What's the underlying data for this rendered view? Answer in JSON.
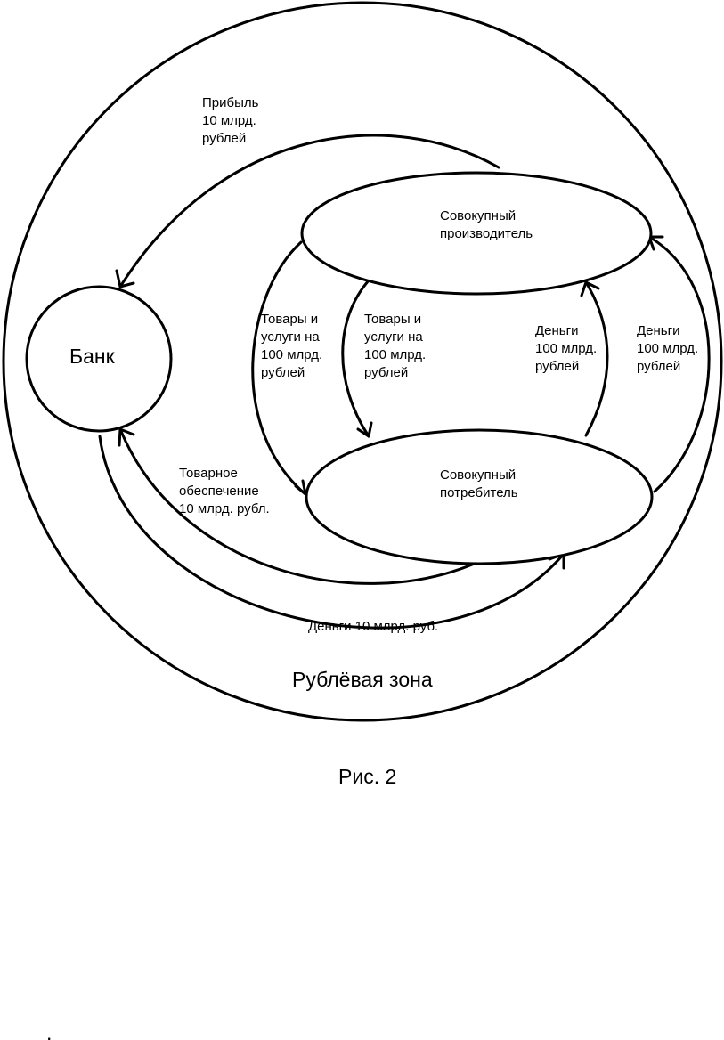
{
  "zone": {
    "label": "Рублёвая зона"
  },
  "bank": {
    "label": "Банк"
  },
  "producer": {
    "lines": [
      "Совокупный",
      "производитель"
    ]
  },
  "consumer": {
    "lines": [
      "Совокупный",
      "потребитель"
    ]
  },
  "flows": {
    "profit": [
      "Прибыль",
      "10 млрд.",
      "рублей"
    ],
    "goods_outer": [
      "Товары и",
      "услуги на",
      "100 млрд.",
      "рублей"
    ],
    "goods_inner": [
      "Товары и",
      "услуги на",
      "100 млрд.",
      "рублей"
    ],
    "money_inner": [
      "Деньги",
      "100 млрд.",
      "рублей"
    ],
    "money_outer": [
      "Деньги",
      "100 млрд.",
      "рублей"
    ],
    "collateral": [
      "Товарное",
      "обеспечение",
      "10 млрд. рубл."
    ],
    "bank_money": "Деньги 10 млрд. руб."
  },
  "caption": "Рис. 2",
  "footer_mark": "."
}
